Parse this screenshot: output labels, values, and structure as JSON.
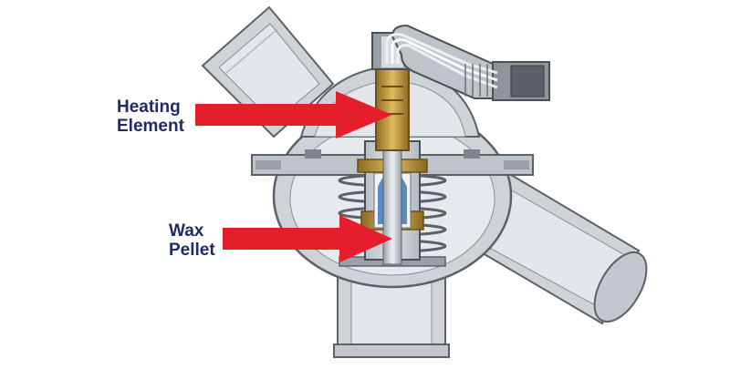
{
  "labels": {
    "heating_line1": "Heating",
    "heating_line2": "Element",
    "wax_line1": "Wax",
    "wax_line2": "Pellet"
  },
  "colors": {
    "background": "#ffffff",
    "housing_fill": "#cfd3d8",
    "housing_stroke": "#5c6068",
    "cavity_fill": "#e6e9ed",
    "arrow_red": "#e41e2b",
    "label_text": "#1f2a66",
    "brass": "#c49a3a",
    "wax_blue": "#3a78c4"
  }
}
